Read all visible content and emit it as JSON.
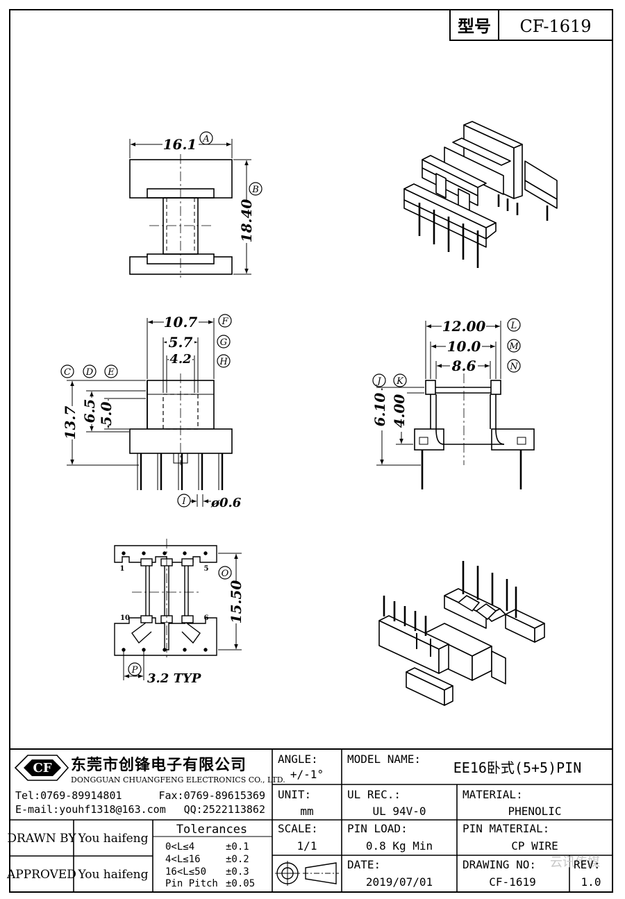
{
  "header": {
    "type_label": "型号",
    "model_no": "CF-1619"
  },
  "views": {
    "top": {
      "width_dim": "16.1",
      "width_ref": "A",
      "height_dim": "18.40",
      "height_ref": "B"
    },
    "front": {
      "dim_f": "10.7",
      "ref_f": "F",
      "dim_g": "5.7",
      "ref_g": "G",
      "dim_h": "4.2",
      "ref_h": "H",
      "refs_left": [
        "C",
        "D",
        "E"
      ],
      "dim_c": "13.7",
      "dim_d": "6.5",
      "dim_e": "5.0",
      "pin_ref": "I",
      "pin_dia": "ø0.6"
    },
    "side": {
      "dim_l": "12.00",
      "ref_l": "L",
      "dim_m": "10.0",
      "ref_m": "M",
      "dim_n": "8.6",
      "ref_n": "N",
      "dim_j": "6.10",
      "ref_j": "J",
      "dim_k": "4.00",
      "ref_k": "K"
    },
    "bottom": {
      "pin_labels": [
        "1",
        "5",
        "10",
        "6"
      ],
      "dim_o": "15.50",
      "ref_o": "O",
      "ref_p": "P",
      "pitch_text": "3.2 TYP"
    }
  },
  "titleblock": {
    "company_cn": "东莞市创锋电子有限公司",
    "company_en": "DONGGUAN CHUANGFENG ELECTRONICS CO., LTD.",
    "logo_text": "CF",
    "tel": "Tel:0769-89914801",
    "fax": "Fax:0769-89615369",
    "email": "E-mail:youhf1318@163.com",
    "qq": "QQ:2522113862",
    "angle_label": "ANGLE:",
    "angle_value": "+/-1°",
    "unit_label": "UNIT:",
    "unit_value": "mm",
    "scale_label": "SCALE:",
    "scale_value": "1/1",
    "model_name_label": "MODEL NAME:",
    "model_name_value": "EE16卧式(5+5)PIN",
    "ul_label": "UL REC.:",
    "ul_value": "UL 94V-0",
    "material_label": "MATERIAL:",
    "material_value": "PHENOLIC",
    "pin_load_label": "PIN LOAD:",
    "pin_load_value": "0.8 Kg Min",
    "pin_material_label": "PIN MATERIAL:",
    "pin_material_value": "CP WIRE",
    "date_label": "DATE:",
    "date_value": "2019/07/01",
    "drawing_no_label": "DRAWING NO:",
    "drawing_no_value": "CF-1619",
    "rev_label": "REV:",
    "rev_value": "1.0",
    "drawn_by_label": "DRAWN BY",
    "drawn_by_value": "You haifeng",
    "approved_label": "APPROVED",
    "approved_value": "You haifeng",
    "tolerances_title": "Tolerances",
    "tolerances": [
      {
        "range": "0<L≤4",
        "value": "±0.1"
      },
      {
        "range": "4<L≤16",
        "value": "±0.2"
      },
      {
        "range": "16<L≤50",
        "value": "±0.3"
      },
      {
        "range": "Pin Pitch",
        "value": "±0.05"
      }
    ],
    "watermark": "云讯传媒"
  }
}
